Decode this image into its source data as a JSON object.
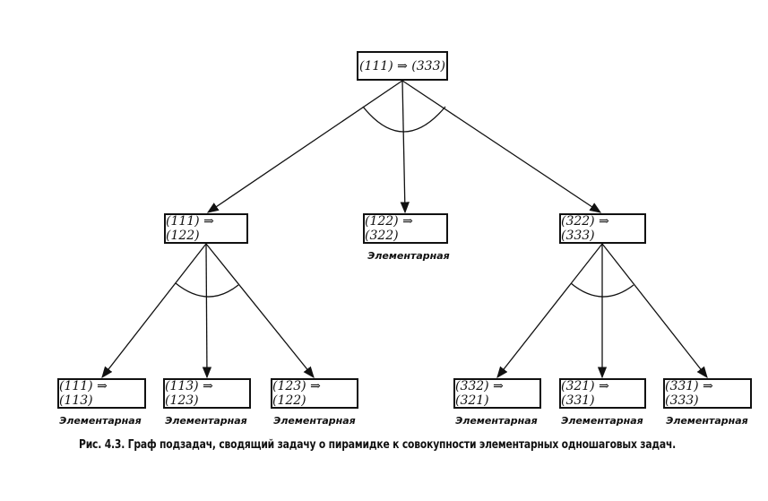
{
  "nodes": {
    "root": "(111) ⇒ (333)",
    "left": "(111) ⇒ (122)",
    "middle": "(122) ⇒ (322)",
    "right": "(322) ⇒ (333)",
    "ll": "(111) ⇒ (113)",
    "lm": "(113) ⇒ (123)",
    "lr": "(123) ⇒ (122)",
    "rl": "(332) ⇒ (321)",
    "rm": "(321) ⇒ (331)",
    "rr": "(331) ⇒ (333)"
  },
  "leaf_label": "Элементарная",
  "caption": "Рис. 4.3. Граф подзадач, сводящий задачу о пирамидке к совокупности элементарных одношаговых задач."
}
